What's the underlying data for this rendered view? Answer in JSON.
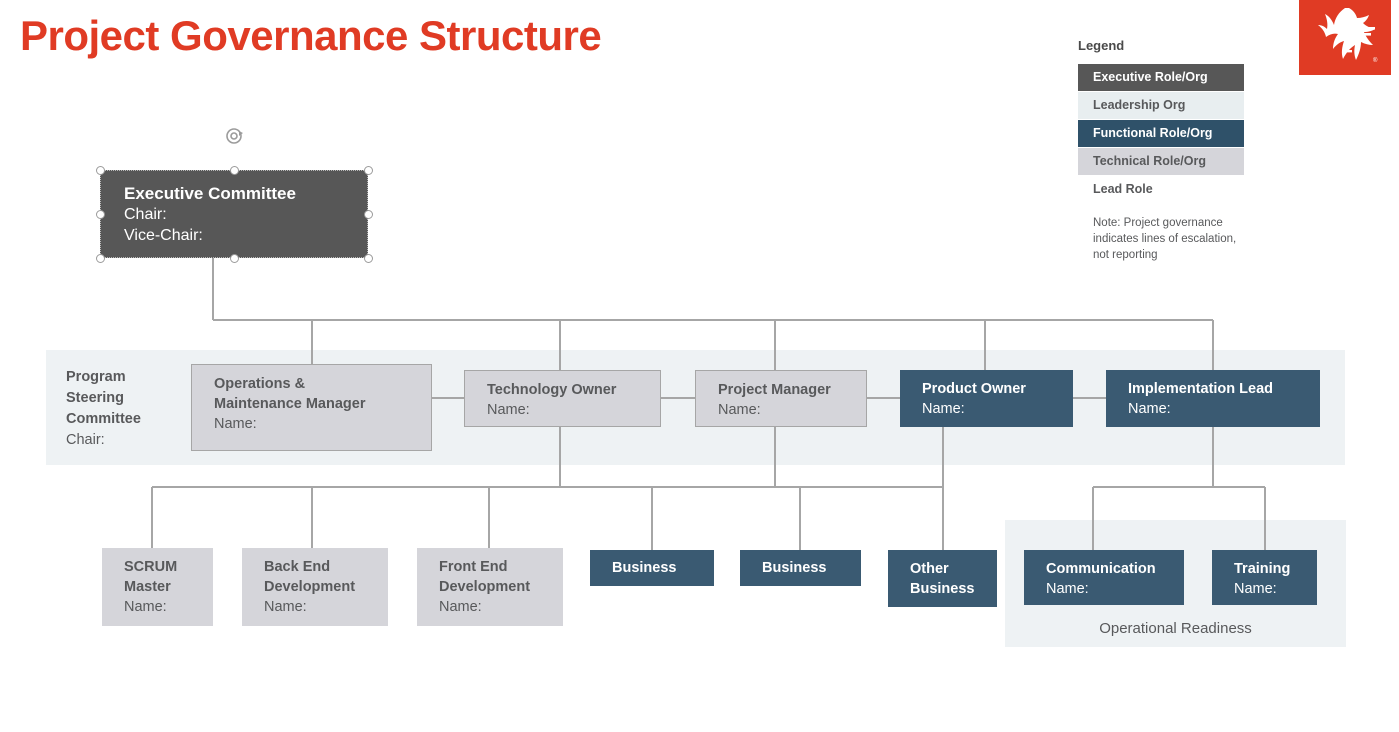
{
  "title": "Project Governance Structure",
  "logo": {
    "name": "phoenix-bird-logo",
    "bg": "#e03b24"
  },
  "legend": {
    "heading": "Legend",
    "items": [
      {
        "label": "Executive Role/Org",
        "color": "#575757"
      },
      {
        "label": "Leadership Org",
        "color": "#e8eef0"
      },
      {
        "label": "Functional Role/Org",
        "color": "#2f5169"
      },
      {
        "label": "Technical Role/Org",
        "color": "#d5d5da"
      },
      {
        "label": "Lead Role",
        "color": "#ffffff"
      }
    ],
    "note": "Note: Project governance indicates lines of escalation, not reporting"
  },
  "executive": {
    "title": "Executive Committee",
    "chair": "Chair:",
    "vice_chair": "Vice-Chair:"
  },
  "steering": {
    "title_line1": "Program",
    "title_line2": "Steering",
    "title_line3": "Committee",
    "chair": "Chair:"
  },
  "operational_readiness": {
    "label": "Operational Readiness"
  },
  "nodes": {
    "ops_maintenance": {
      "line1": "Operations &",
      "line2": "Maintenance Manager",
      "name": "Name:"
    },
    "technology_owner": {
      "title": "Technology Owner",
      "name": "Name:"
    },
    "project_manager": {
      "title": "Project Manager",
      "name": "Name:"
    },
    "product_owner": {
      "title": "Product Owner",
      "name": "Name:"
    },
    "implementation_lead": {
      "title": "Implementation Lead",
      "name": "Name:"
    },
    "scrum_master": {
      "line1": "SCRUM",
      "line2": "Master",
      "name": "Name:"
    },
    "back_end": {
      "line1": "Back End",
      "line2": "Development",
      "name": "Name:"
    },
    "front_end": {
      "line1": "Front End",
      "line2": "Development",
      "name": "Name:"
    },
    "business_1": {
      "title": "Business"
    },
    "business_2": {
      "title": "Business"
    },
    "other_business": {
      "line1": "Other",
      "line2": "Business"
    },
    "communication": {
      "title": "Communication",
      "name": "Name:"
    },
    "training": {
      "title": "Training",
      "name": "Name:"
    }
  },
  "colors": {
    "accent_red": "#e03b24",
    "executive_gray": "#575757",
    "leadership_band": "#eef2f4",
    "functional_blue": "#3a5a72",
    "technical_gray": "#d5d5da",
    "connector": "#a6a6a6"
  }
}
